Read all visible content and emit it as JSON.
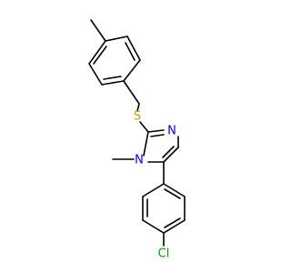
{
  "molecule": {
    "atoms": {
      "sulfur": {
        "label": "S",
        "color": "#b8a200"
      },
      "imidazole_n3": {
        "label": "N",
        "color": "#0000ff"
      },
      "imidazole_n1": {
        "label": "N",
        "color": "#0000ff"
      },
      "chlorine": {
        "label": "Cl",
        "color": "#00a000"
      }
    },
    "bond_color": "#000000",
    "background": "#ffffff"
  }
}
